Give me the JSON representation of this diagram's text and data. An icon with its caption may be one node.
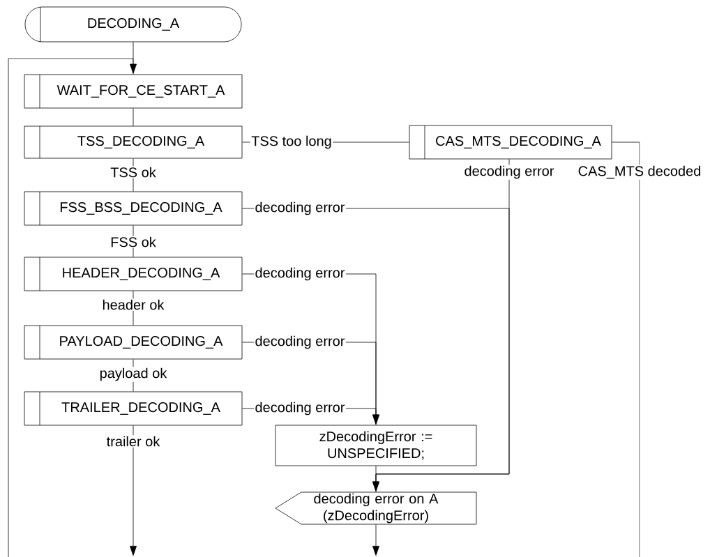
{
  "diagram": {
    "nodes": [
      {
        "text": [
          "DECODING_A"
        ]
      },
      {
        "text": [
          "WAIT_FOR_CE_START_A"
        ]
      },
      {
        "text": [
          "TSS_DECODING_A"
        ]
      },
      {
        "text": [
          "FSS_BSS_DECODING_A"
        ]
      },
      {
        "text": [
          "HEADER_DECODING_A"
        ]
      },
      {
        "text": [
          "PAYLOAD_DECODING_A"
        ]
      },
      {
        "text": [
          "TRAILER_DECODING_A"
        ]
      },
      {
        "text": [
          "CAS_MTS_DECODING_A"
        ]
      },
      {
        "text": [
          "zDecodingError := UNSPECIFIED;"
        ]
      },
      {
        "text": [
          "decoding error on A (zDecodingError)"
        ]
      }
    ],
    "edges": [
      {
        "from": 0,
        "to": 1,
        "arrow": "none"
      },
      {
        "from": 1,
        "to": 2,
        "arrow": "none"
      },
      {
        "from": 2,
        "to": 3,
        "arrow": "none",
        "label": "TSS ok"
      },
      {
        "from": 3,
        "to": 4,
        "arrow": "none",
        "label": "FSS ok"
      },
      {
        "from": 4,
        "to": 5,
        "arrow": "none",
        "label": "header ok"
      },
      {
        "from": 5,
        "to": 6,
        "arrow": "none",
        "label": "payload ok"
      },
      {
        "from": 6,
        "to": null,
        "arrow": "to",
        "label": "trailer ok"
      },
      {
        "from": 2,
        "to": 7,
        "arrow": "none",
        "label": "TSS too long"
      },
      {
        "from": 7,
        "to": 9,
        "arrow": "to",
        "label": "decoding error"
      },
      {
        "from": 3,
        "to": 9,
        "arrow": "to",
        "label": "decoding error"
      },
      {
        "from": 4,
        "to": 8,
        "arrow": "none",
        "label": "decoding error"
      },
      {
        "from": 5,
        "to": 8,
        "arrow": "to",
        "label": "decoding error"
      },
      {
        "from": 6,
        "to": 8,
        "arrow": "to",
        "label": "decoding error"
      },
      {
        "from": 8,
        "to": 9,
        "arrow": "none"
      },
      {
        "from": 9,
        "to": null,
        "arrow": "to"
      },
      {
        "from": 7,
        "to": null,
        "arrow": "none",
        "label": "CAS_MTS decoded"
      },
      {
        "from": null,
        "to": 1,
        "arrow": "to"
      }
    ]
  }
}
